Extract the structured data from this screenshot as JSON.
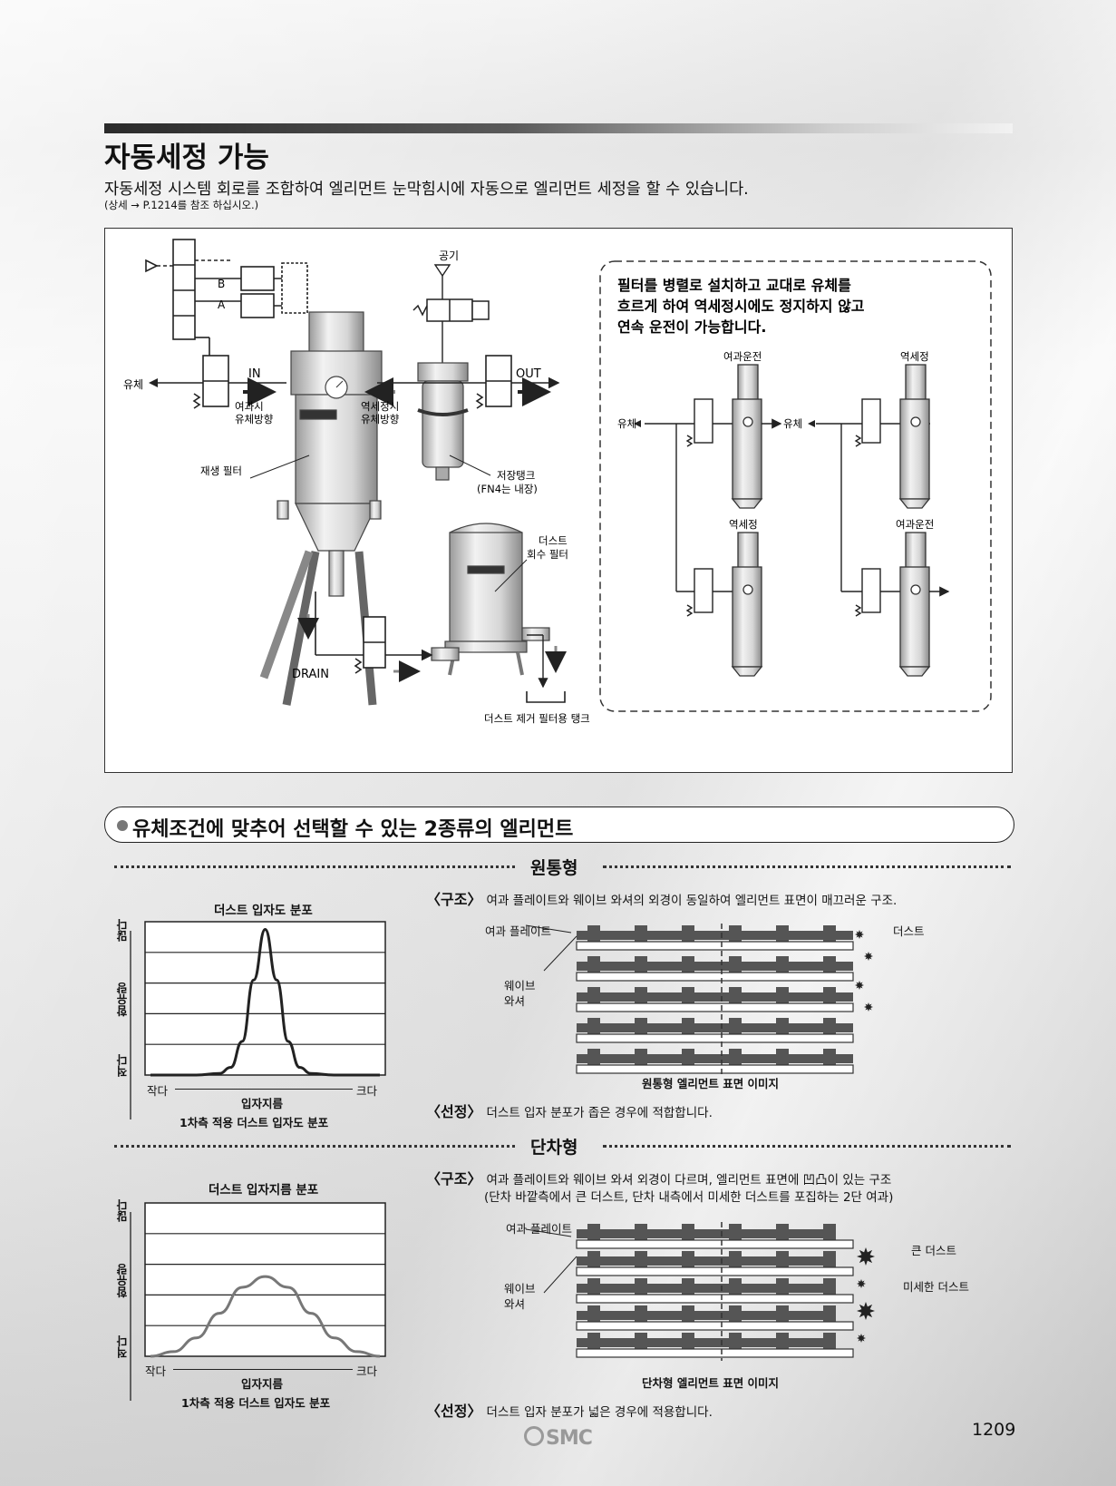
{
  "header": {
    "title": "자동세정 가능",
    "subtitle": "자동세정 시스템 회로를 조합하여 엘리먼트 눈막힘시에 자동으로 엘리먼트 세정을 할 수 있습니다.",
    "note": "(상세 → P.1214를 참조 하십시오.)"
  },
  "diagram": {
    "air": "공기",
    "fluid": "유체",
    "in": "IN",
    "out": "OUT",
    "port_b": "B",
    "port_a": "A",
    "filter_dir": [
      "여과시",
      "유체방향"
    ],
    "backwash_dir": [
      "역세정시",
      "유체방향"
    ],
    "regen_filter": "재생 필터",
    "storage_tank": [
      "저장탱크",
      "(FN4는 내장)"
    ],
    "dust_filter": [
      "더스트",
      "회수 필터"
    ],
    "drain": "DRAIN",
    "dust_tank": "더스트 제거 필터용 탱크",
    "parallel_note": [
      "필터를 병렬로 설치하고 교대로 유체를",
      "흐르게 하여 역세정시에도 정지하지 않고",
      "연속 운전이 가능합니다."
    ],
    "mode_filtering": "여과운전",
    "mode_backwash": "역세정"
  },
  "section": {
    "title": "유체조건에 맞추어 선택할 수 있는 2종류의 엘리먼트"
  },
  "type1": {
    "name": "원통형",
    "structure_tag": "〈구조〉",
    "structure": "여과 플레이트와 웨이브 와셔의 외경이 동일하여 엘리먼트 표면이 매끄러운 구조.",
    "select_tag": "〈선정〉",
    "select": "더스트 입자 분포가 좁은 경우에 적합합니다.",
    "chart_title": "더스트 입자도 분포",
    "chart_caption": "1차측 적용  더스트 입자도 분포",
    "label_plate": "여과 플레이트",
    "label_dust": "더스트",
    "label_washer": [
      "웨이브",
      "와셔"
    ],
    "image_caption": "원통형 엘리먼트 표면 이미지"
  },
  "type2": {
    "name": "단차형",
    "structure_tag": "〈구조〉",
    "structure": "여과 플레이트와 웨이브 와셔 외경이 다르며, 엘리먼트 표면에 凹凸이 있는 구조",
    "structure2": "(단차 바깥측에서 큰 더스트, 단차 내측에서 미세한 더스트를 포집하는 2단 여과)",
    "select_tag": "〈선정〉",
    "select": "더스트 입자 분포가 넓은 경우에 적용합니다.",
    "chart_title": "더스트 입자지름 분포",
    "chart_caption": "1차측 적용 더스트 입자도 분포",
    "label_plate": "여과 플레이트",
    "label_big_dust": "큰 더스트",
    "label_fine_dust": "미세한 더스트",
    "label_washer": [
      "웨이브",
      "와셔"
    ],
    "image_caption": "단차형 엘리먼트 표면 이미지"
  },
  "axes": {
    "y_label": "함유량",
    "y_high": "많다",
    "y_low": "적다",
    "x_label": "입자지름",
    "x_small": "작다",
    "x_large": "크다"
  },
  "chart_data": [
    {
      "type": "line",
      "title": "더스트 입자도 분포",
      "xlabel": "입자지름",
      "ylabel": "함유량",
      "x": [
        0,
        10,
        20,
        30,
        35,
        40,
        45,
        50,
        55,
        60,
        65,
        70,
        80,
        90,
        100
      ],
      "series": [
        {
          "values": [
            0,
            0,
            0,
            1,
            5,
            22,
            62,
            95,
            62,
            22,
            5,
            1,
            0,
            0,
            0
          ]
        }
      ],
      "grid": true
    },
    {
      "type": "line",
      "title": "더스트 입자지름 분포",
      "xlabel": "입자지름",
      "ylabel": "함유량",
      "x": [
        0,
        10,
        20,
        30,
        40,
        50,
        60,
        70,
        80,
        90,
        100
      ],
      "series": [
        {
          "values": [
            0,
            3,
            12,
            28,
            45,
            52,
            45,
            28,
            12,
            3,
            0
          ]
        }
      ],
      "grid": true
    }
  ],
  "footer": {
    "brand": "SMC",
    "page": "1209"
  }
}
